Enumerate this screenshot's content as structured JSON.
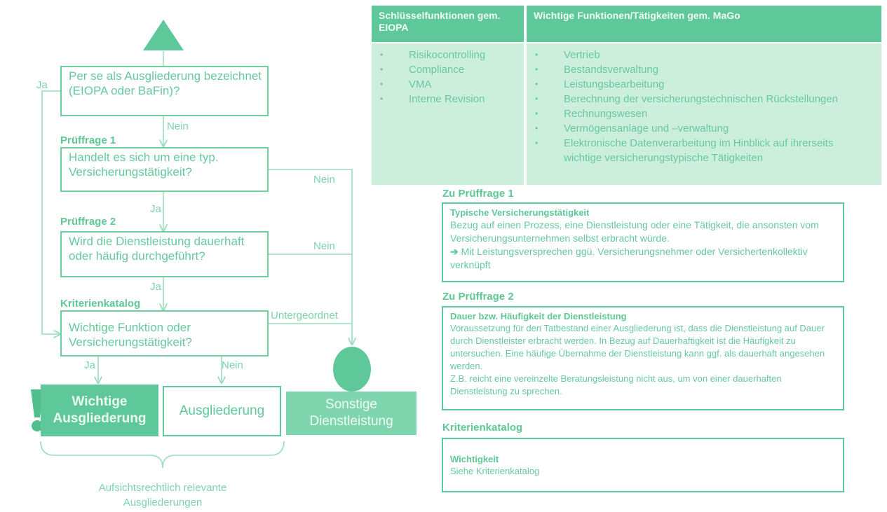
{
  "flowchart": {
    "q0": "Per se als Ausgliederung bezeichnet (EIOPA oder BaFin)?",
    "q1_title": "Prüffrage 1",
    "q1": "Handelt es sich um eine typ. Versicherungstätigkeit?",
    "q2_title": "Prüffrage 2",
    "q2": "Wird die Dienstleistung dauerhaft oder häufig durchgeführt?",
    "q3_title": "Kriterienkatalog",
    "q3": "Wichtige Funktion oder Versicherungstätigkeit?",
    "labels": {
      "ja_left": "Ja",
      "nein_q0": "Nein",
      "nein_q1": "Nein",
      "ja_q1": "Ja",
      "nein_q2": "Nein",
      "ja_q2": "Ja",
      "untergeordnet": "Untergeordnet",
      "ja_q3": "Ja",
      "nein_q3": "Nein"
    },
    "outcomes": {
      "wichtige": "Wichtige Ausgliederung",
      "ausgliederung": "Ausgliederung",
      "sonstige": "Sonstige Dienstleistung"
    },
    "bracket_caption": "Aufsichtsrechtlich relevante Ausgliederungen",
    "colors": {
      "primary": "#5ec89a",
      "light": "#cbeedd",
      "line": "#9bdcbc"
    }
  },
  "table": {
    "head_left": "Schlüsselfunktionen gem. EIOPA",
    "head_right": "Wichtige Funktionen/Tätigkeiten gem. MaGo",
    "left_items": [
      "Risikocontrolling",
      "Compliance",
      "VMA",
      "Interne Revision"
    ],
    "right_items": [
      "Vertrieb",
      "Bestandsverwaltung",
      "Leistungsbearbeitung",
      "Berechnung der versicherungstechnischen Rückstellungen",
      "Rechnungswesen",
      "Vermögensanlage und –verwaltung",
      "Elektronische Datenverarbeitung im Hinblick auf ihrerseits wichtige versicherungstypische Tätigkeiten"
    ]
  },
  "sections": {
    "s1_title": "Zu Prüffrage 1",
    "s1_box_title": "Typische Versicherungstätigkeit",
    "s1_text": "Bezug auf einen Prozess, eine Dienstleistung oder eine Tätigkeit, die ansonsten vom Versicherungsunternehmen selbst erbracht würde.",
    "s1_arrow": "➔",
    "s1_arrow_text": " Mit Leistungsversprechen ggü. Versicherungsnehmer oder Versichertenkollektiv verknüpft",
    "s2_title": "Zu Prüffrage 2",
    "s2_box_title": "Dauer bzw. Häufigkeit der Dienstleistung",
    "s2_text1": "Voraussetzung für den Tatbestand einer Ausgliederung ist, dass die Dienstleistung auf Dauer durch Dienstleister erbracht werden. In Bezug auf Dauerhaftigkeit ist die Häufigkeit zu untersuchen. Eine häufige Übernahme der Dienstleistung kann ggf. als dauerhaft angesehen werden.",
    "s2_text2": "Z.B. reicht eine vereinzelte Beratungsleistung nicht aus, um von einer dauerhaften Dienstleistung zu sprechen.",
    "s3_title": "Kriterienkatalog",
    "s3_box_title": "Wichtigkeit",
    "s3_text": "Siehe Kriterienkatalog"
  }
}
